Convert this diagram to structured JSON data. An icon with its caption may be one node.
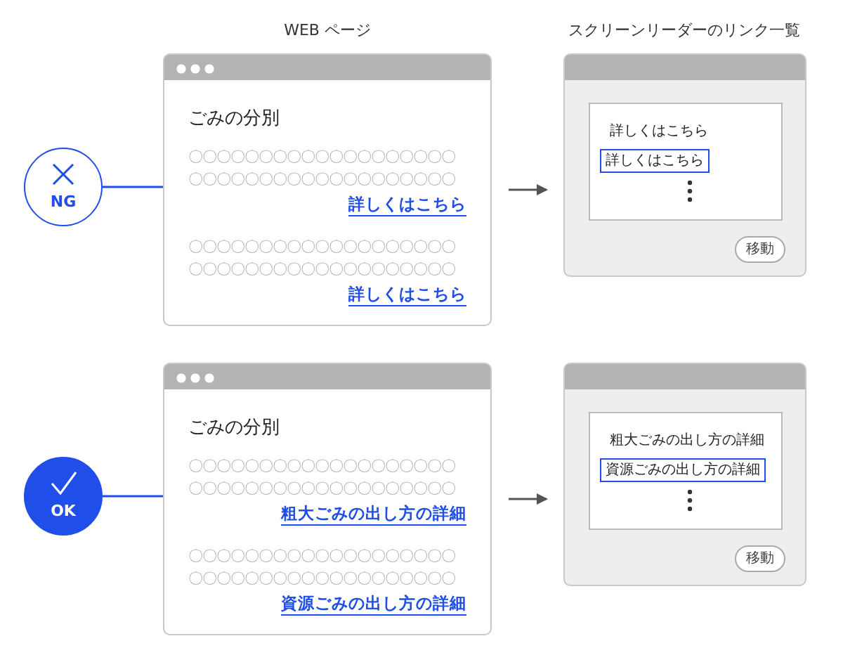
{
  "diagram": {
    "nodes": [
      {
        "text": [
          "NG"
        ]
      },
      {
        "text": [
          "ごみの分別",
          "〇〇〇〇〇〇〇〇〇〇〇〇〇〇〇〇〇〇〇〇〇〇〇〇〇〇〇〇〇〇〇〇〇〇〇〇〇〇",
          "詳しくはこちら",
          "〇〇〇〇〇〇〇〇〇〇〇〇〇〇〇〇〇〇〇〇〇〇〇〇〇〇〇〇〇〇〇〇〇〇〇〇〇〇",
          "詳しくはこちら"
        ]
      },
      {
        "text": [],
        "shape": "box"
      },
      {
        "text": [
          "詳しくはこちら",
          "詳しくはこちら"
        ],
        "in": 2
      },
      {
        "text": [
          "移動"
        ],
        "in": 2
      },
      {
        "text": [
          "OK"
        ]
      },
      {
        "text": [
          "ごみの分別",
          "〇〇〇〇〇〇〇〇〇〇〇〇〇〇〇〇〇〇〇〇〇〇〇〇〇〇〇〇〇〇〇〇〇〇〇〇〇〇",
          "粗大ごみの出し方の詳細",
          "〇〇〇〇〇〇〇〇〇〇〇〇〇〇〇〇〇〇〇〇〇〇〇〇〇〇〇〇〇〇〇〇〇〇〇〇〇〇",
          "資源ごみの出し方の詳細"
        ]
      },
      {
        "text": [],
        "shape": "box"
      },
      {
        "text": [
          "粗大ごみの出し方の詳細",
          "資源ごみの出し方の詳細"
        ],
        "in": 7
      },
      {
        "text": [
          "移動"
        ],
        "in": 7
      }
    ],
    "edges": [
      {
        "from": 0,
        "to": 1,
        "arrow": "none",
        "color": "#1f4ee8"
      },
      {
        "from": 1,
        "to": 2,
        "arrow": "to",
        "color": "#555555"
      },
      {
        "from": 5,
        "to": 6,
        "arrow": "none",
        "color": "#1f4ee8"
      },
      {
        "from": 6,
        "to": 7,
        "arrow": "to",
        "color": "#555555"
      }
    ],
    "labels": [
      "WEB ページ",
      "スクリーンリーダーのリンク一覧"
    ]
  }
}
